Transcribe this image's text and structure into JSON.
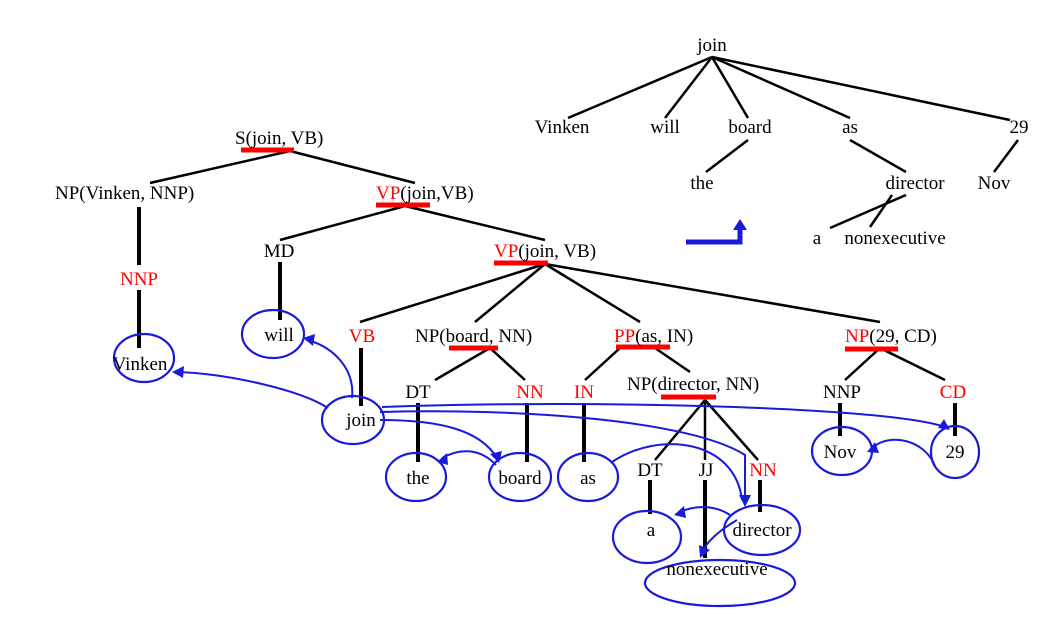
{
  "colors": {
    "text": "#000000",
    "highlight": "#ff0000",
    "dependency": "#1a1adb"
  },
  "dependency_tree": {
    "root": "join",
    "children": [
      "Vinken",
      "will",
      "board",
      "as",
      "29"
    ],
    "board_child": "the",
    "as_child": "director",
    "director_children": [
      "a",
      "nonexecutive"
    ],
    "n29_child": "Nov"
  },
  "parse_tree": {
    "s_node": {
      "pre": "S(",
      "head": "join",
      "post": ", VB)"
    },
    "np_vinken": "NP(Vinken, NNP)",
    "vp1": {
      "head": "VP",
      "post": "(join,VB)"
    },
    "md": "MD",
    "vp2": {
      "head": "VP",
      "post": "(join, VB)"
    },
    "nnp_tag": "NNP",
    "vb_tag": "VB",
    "np_board": {
      "pre": "NP(",
      "head": "board",
      "post": ", NN)"
    },
    "pp_as": {
      "head": "PP",
      "post": "(as, IN)"
    },
    "np_29": {
      "head": "NP",
      "post": "(29, CD)"
    },
    "dt1": "DT",
    "nn1": "NN",
    "in_tag": "IN",
    "np_director": {
      "pre": "NP(",
      "head": "director",
      "post": ", NN)"
    },
    "nnp2": "NNP",
    "cd_tag": "CD",
    "dt2": "DT",
    "jj_tag": "JJ",
    "nn2": "NN",
    "words": {
      "vinken": "Vinken",
      "will": "will",
      "join": "join",
      "the": "the",
      "board": "board",
      "as": "as",
      "a": "a",
      "nonexecutive": "nonexecutive",
      "director": "director",
      "nov": "Nov",
      "n29": "29"
    }
  }
}
